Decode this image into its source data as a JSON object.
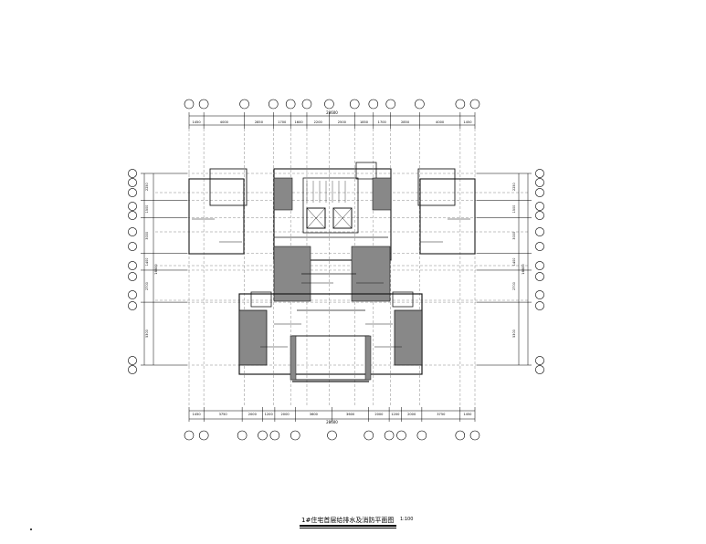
{
  "drawing": {
    "title": "1#住宅首层给排水及消防平面图",
    "scale": "1:100"
  },
  "dimensions": {
    "top_total": "28600",
    "top_segments": [
      "1450",
      "4000",
      "2850",
      "1700",
      "1600",
      "2200",
      "2500",
      "1850",
      "1700",
      "2850",
      "4000",
      "1450"
    ],
    "bottom_total": "28600",
    "bottom_segments": [
      "1450",
      "3750",
      "2000",
      "1200",
      "2000",
      "3600",
      "3600",
      "2000",
      "1200",
      "2000",
      "3750",
      "1450"
    ],
    "left_total": "16600",
    "left_segments": [
      "2250",
      "1500",
      "3000",
      "1400",
      "2700",
      "5300"
    ],
    "right_total": "16600",
    "right_segments": [
      "2250",
      "1500",
      "3000",
      "1400",
      "2700",
      "5300"
    ]
  },
  "colors": {
    "line": "#000000",
    "wall": "#1a1a1a",
    "hatch": "#888888",
    "grid": "#555555"
  }
}
